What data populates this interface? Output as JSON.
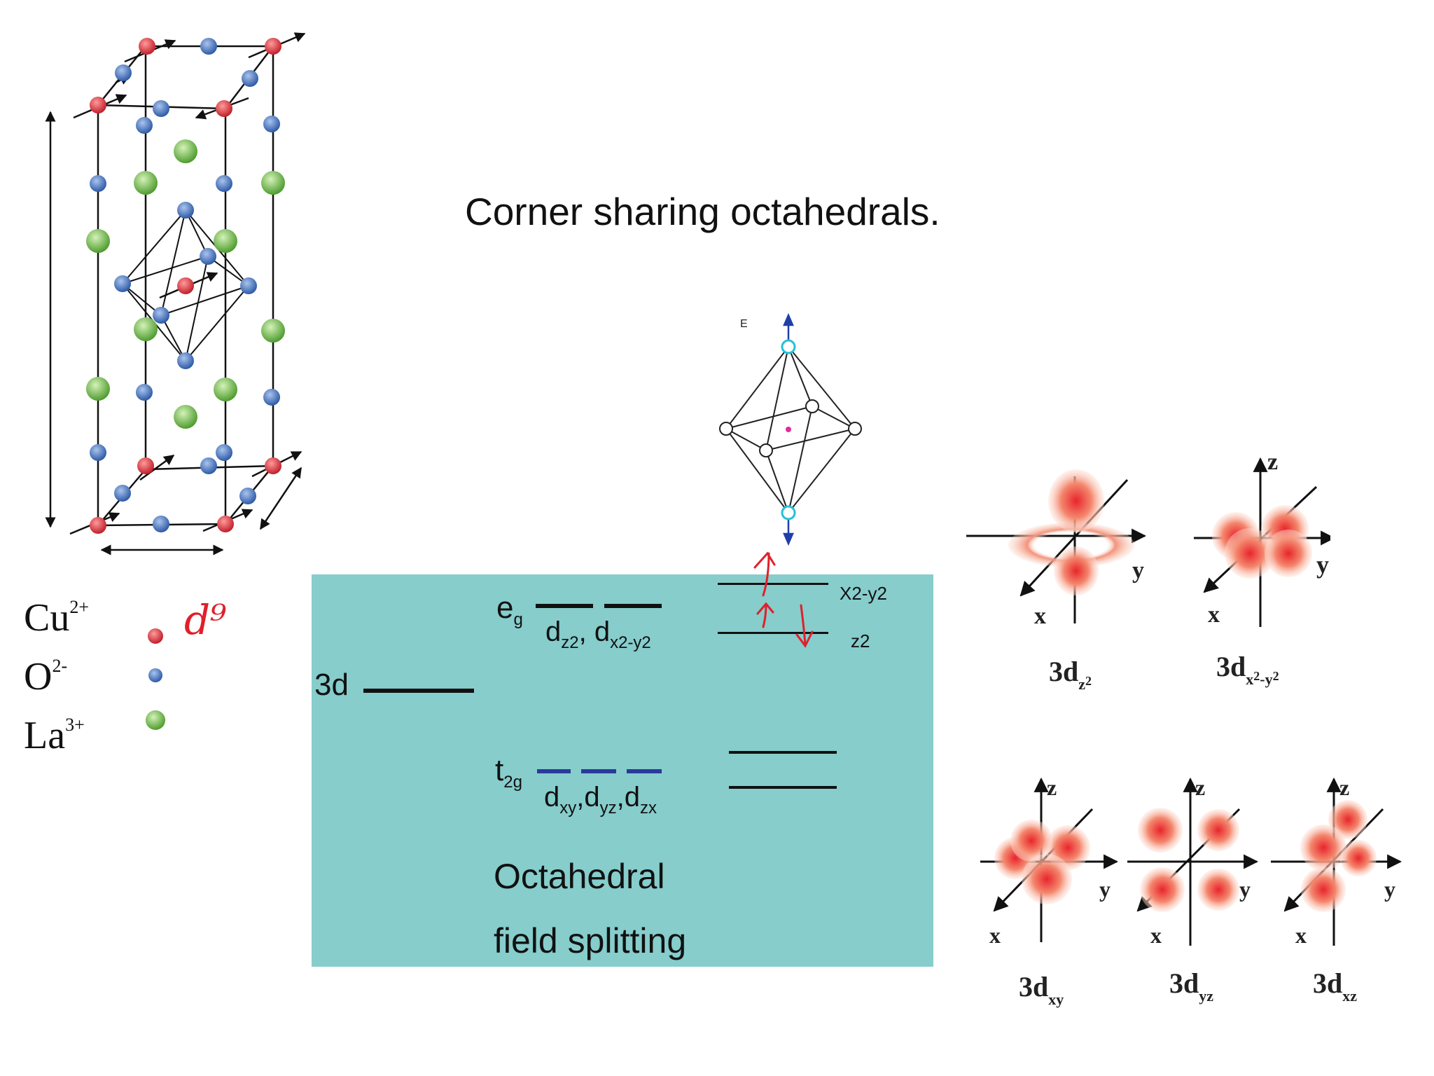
{
  "title": "Corner sharing octahedrals.",
  "legend": [
    {
      "symbol": "Cu",
      "charge": "2+",
      "color": "#d6323c"
    },
    {
      "symbol": "O",
      "charge": "2-",
      "color": "#3b68b3"
    },
    {
      "symbol": "La",
      "charge": "3+",
      "color": "#5aa83a"
    }
  ],
  "handwritten_note": "d⁹",
  "octahedron_field_label": "E",
  "splitting": {
    "level_3d": "3d",
    "eg": {
      "main": "e",
      "sub": "g"
    },
    "eg_orbitals": {
      "a": "d",
      "a_sub": "z2",
      "sep": ", ",
      "b": "d",
      "b_sub": "x2-y2"
    },
    "t2g": {
      "main": "t",
      "sub": "2g"
    },
    "t2g_orbitals": {
      "d1_sub": "xy",
      "d2_sub": "yz",
      "d3_sub": "zx"
    },
    "caption_line1": "Octahedral",
    "caption_line2": "field splitting",
    "label_x2y2": "X2-y2",
    "label_z2": "z2"
  },
  "orbitals": {
    "dz2": {
      "main": "3d",
      "sub": "z",
      "subsub": "2"
    },
    "dx2y2": {
      "main": "3d",
      "sub": "x",
      "subsub": "2",
      "sub2": "-y",
      "subsub2": "2"
    },
    "dxy": {
      "main": "3d",
      "sub": "xy"
    },
    "dyz": {
      "main": "3d",
      "sub": "yz"
    },
    "dxz": {
      "main": "3d",
      "sub": "xz"
    },
    "axis_x": "x",
    "axis_y": "y",
    "axis_z": "z"
  },
  "colors": {
    "panel": "#86cdcc",
    "annotation": "#e0202a",
    "t2g_bar": "#2b3a9a",
    "field_arrow": "#1f3fa8"
  }
}
